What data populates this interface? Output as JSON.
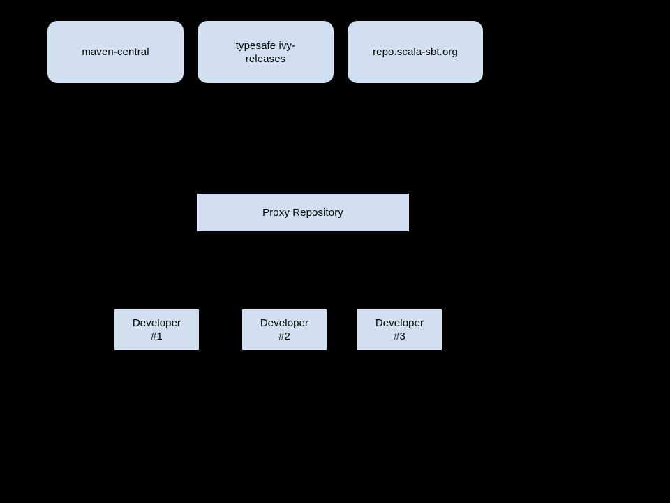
{
  "diagram": {
    "background_color": "#000000",
    "node_fill_color": "#d0e0f0",
    "node_text_color": "#000000",
    "upstream_repositories": [
      {
        "id": "maven-central",
        "label": "maven-central"
      },
      {
        "id": "typesafe-ivy-releases",
        "label": "typesafe ivy-\nreleases"
      },
      {
        "id": "repo-scala-sbt-org",
        "label": "repo.scala-sbt.org"
      }
    ],
    "proxy": {
      "id": "proxy-repository",
      "label": "Proxy Repository"
    },
    "developers": [
      {
        "id": "developer-1",
        "label": "Developer\n#1"
      },
      {
        "id": "developer-2",
        "label": "Developer\n#2"
      },
      {
        "id": "developer-3",
        "label": "Developer\n#3"
      }
    ]
  }
}
